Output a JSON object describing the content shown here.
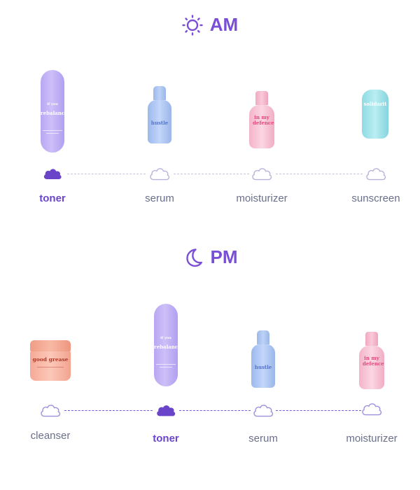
{
  "am": {
    "title": "AM",
    "icon": "sun-icon",
    "products": [
      {
        "label": "toner",
        "active": true,
        "brand": "rebalance",
        "brand_top": "if you"
      },
      {
        "label": "serum",
        "active": false,
        "brand": "hustle"
      },
      {
        "label": "moisturizer",
        "active": false,
        "brand": "in my defence"
      },
      {
        "label": "sunscreen",
        "active": false,
        "brand": "solidarit"
      }
    ]
  },
  "pm": {
    "title": "PM",
    "icon": "moon-icon",
    "products": [
      {
        "label": "cleanser",
        "active": false,
        "brand": "good grease"
      },
      {
        "label": "toner",
        "active": true,
        "brand": "rebalance",
        "brand_top": "if you"
      },
      {
        "label": "serum",
        "active": false,
        "brand": "hustle"
      },
      {
        "label": "moisturizer",
        "active": false,
        "brand": "in my defence"
      }
    ]
  },
  "colors": {
    "accent": "#7a4fd6",
    "inactive": "#6b6f8a",
    "cloud_inactive": "#b7b3da",
    "cloud_active": "#6b45c9"
  }
}
